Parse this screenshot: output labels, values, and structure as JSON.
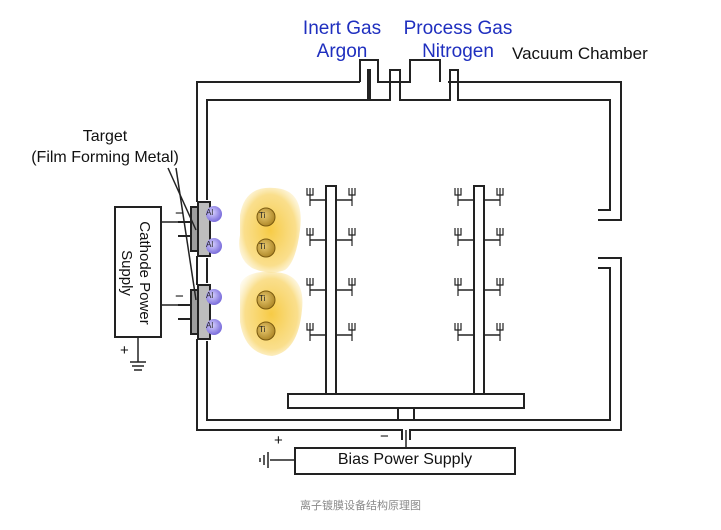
{
  "labels": {
    "inert_gas": "Inert Gas",
    "argon": "Argon",
    "process_gas": "Process Gas",
    "nitrogen": "Nitrogen",
    "vacuum_chamber": "Vacuum Chamber",
    "target": "Target",
    "film_forming_metal": "(Film Forming Metal)",
    "cathode_power_line1": "Cathode Power",
    "cathode_power_line2": "Supply",
    "bias_power_supply": "Bias Power Supply",
    "plus": "+",
    "minus": "−",
    "al_ion": "Al",
    "ti_ion": "Ti",
    "caption": "离子镀膜设备结构原理图"
  },
  "colors": {
    "label_blue": "#1f2fbf",
    "plasma": "#f6c83c",
    "ion_purple": "#8d7fe0",
    "ti_fill": "#c9a23a",
    "line": "#222222"
  }
}
